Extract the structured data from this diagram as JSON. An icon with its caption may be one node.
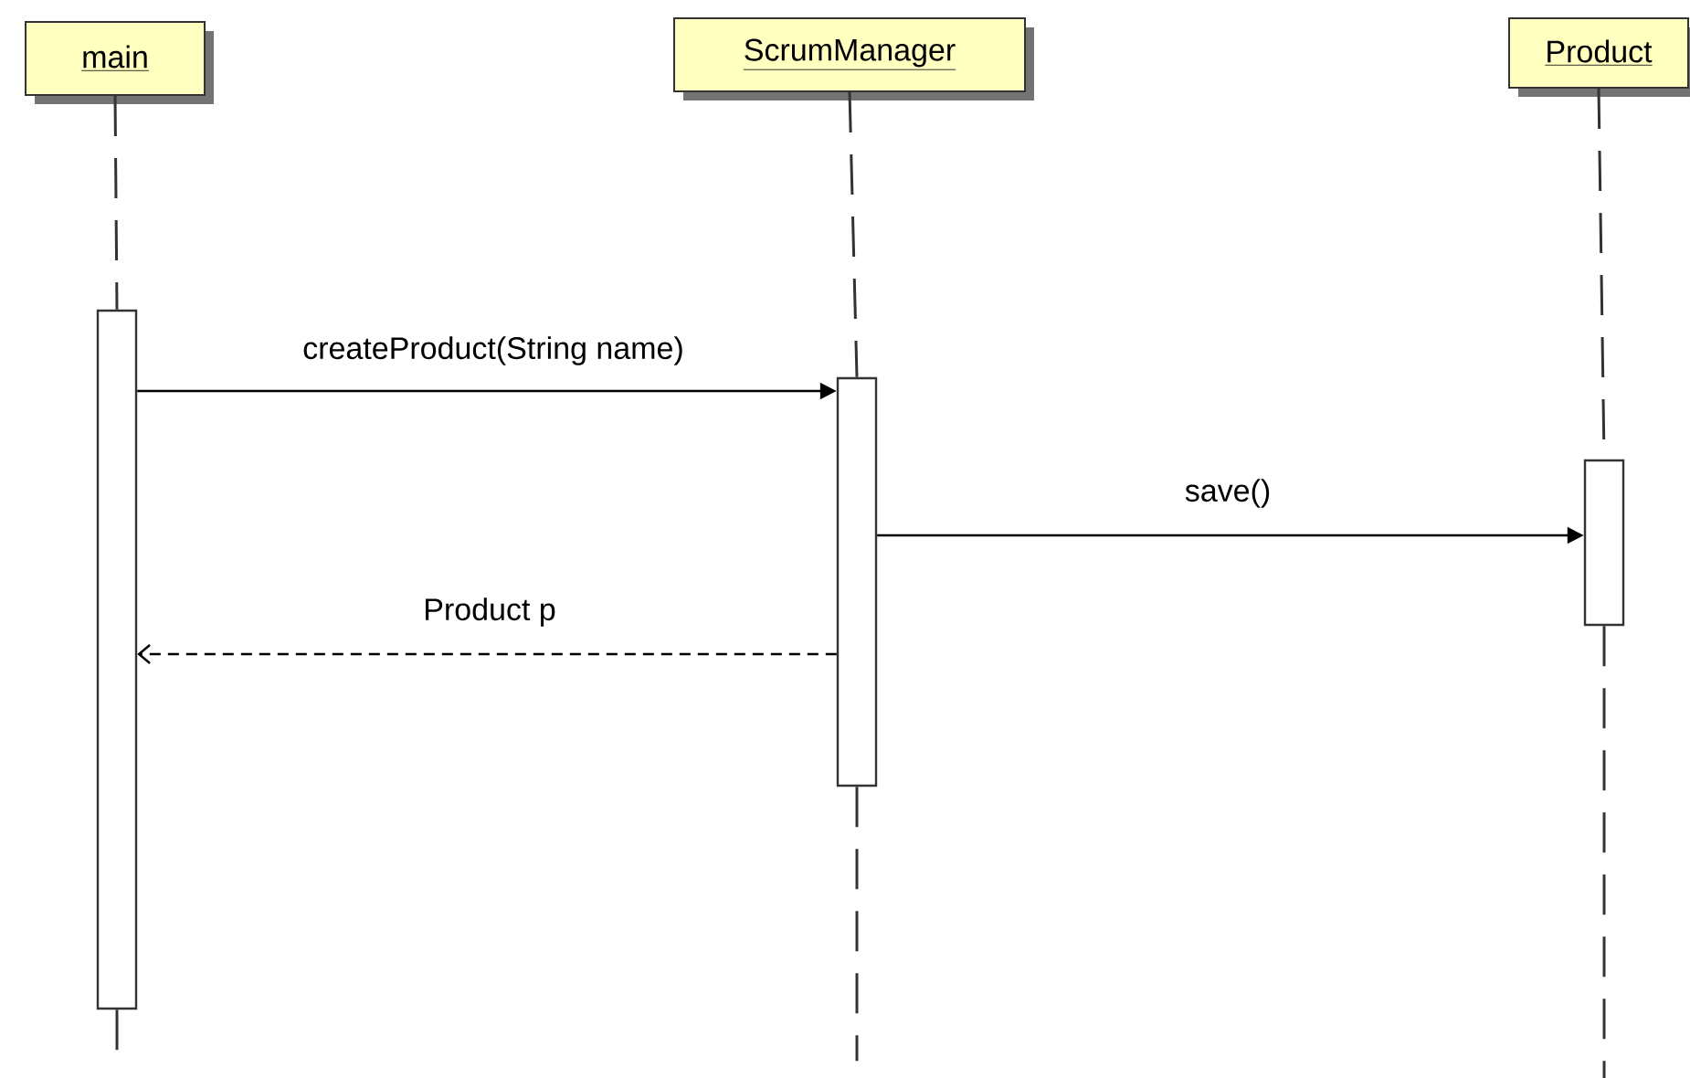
{
  "diagram": {
    "nodes": [
      {
        "text": [
          "main"
        ]
      },
      {
        "text": [
          "ScrumManager"
        ]
      },
      {
        "text": [
          "Product"
        ]
      },
      {
        "text": [],
        "shape": "bar"
      },
      {
        "text": [],
        "shape": "bar"
      },
      {
        "text": [],
        "shape": "bar"
      }
    ],
    "edges": [
      {
        "from": 0,
        "to": 3,
        "arrow": "none",
        "style": "dashed"
      },
      {
        "from": 1,
        "to": 4,
        "arrow": "none",
        "style": "dashed"
      },
      {
        "from": 2,
        "to": 5,
        "arrow": "none",
        "style": "dashed"
      },
      {
        "from": 3,
        "to": null,
        "arrow": "none",
        "style": "dashed"
      },
      {
        "from": 4,
        "to": null,
        "arrow": "none",
        "style": "dashed"
      },
      {
        "from": 5,
        "to": null,
        "arrow": "none",
        "style": "dashed"
      },
      {
        "from": 3,
        "to": 4,
        "arrow": "to",
        "label": "createProduct(String name)"
      },
      {
        "from": 4,
        "to": 5,
        "arrow": "to",
        "label": "save()"
      },
      {
        "from": 4,
        "to": 3,
        "arrow": "to",
        "label": "Product p",
        "style": "dashed"
      }
    ]
  }
}
